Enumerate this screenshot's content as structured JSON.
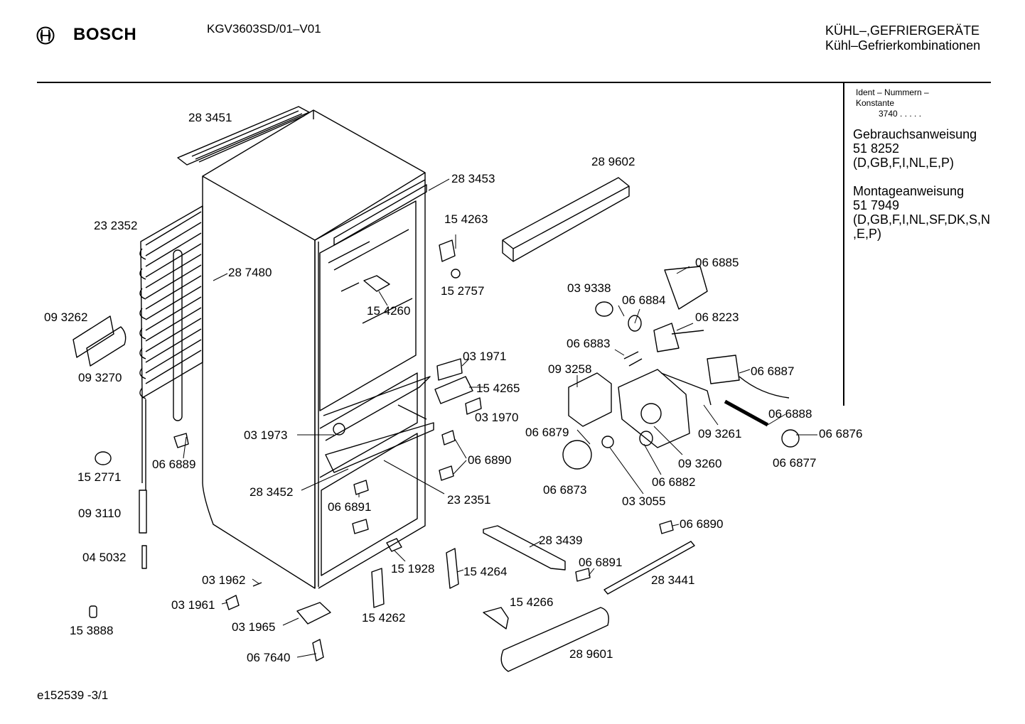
{
  "header": {
    "brand": "BOSCH",
    "model": "KGV3603SD/01–V01",
    "category_line1": "KÜHL–,GEFRIERGERÄTE",
    "category_line2": "Kühl–Gefrierkombinationen"
  },
  "side_panel": {
    "ident_line1": "Ident – Nummern –",
    "ident_line2": "Konstante",
    "ident_value": "3740  .  .   .  .  .",
    "manual_title": "Gebrauchsanweisung",
    "manual_number": "51 8252",
    "manual_langs": "(D,GB,F,I,NL,E,P)",
    "mount_title": "Montageanweisung",
    "mount_number": "51 7949",
    "mount_langs_1": "(D,GB,F,I,NL,SF,DK,S,N",
    "mount_langs_2": ",E,P)"
  },
  "part_labels": [
    "28 3451",
    "28 3453",
    "28 9602",
    "23 2352",
    "28 7480",
    "15 4263",
    "15 2757",
    "15 4260",
    "09 3262",
    "09 3270",
    "06 6885",
    "03 9338",
    "06 6884",
    "06 8223",
    "06 6883",
    "03 1971",
    "09 3258",
    "15 4265",
    "06 6887",
    "03 1970",
    "06 6888",
    "06 6876",
    "03 1973",
    "06 6879",
    "09 3261",
    "06 6889",
    "06 6890",
    "09 3260",
    "06 6877",
    "15 2771",
    "06 6882",
    "28 3452",
    "06 6873",
    "23 2351",
    "09 3110",
    "06 6891",
    "03 3055",
    "06 6890",
    "28 3439",
    "04 5032",
    "06 6891",
    "15 1928",
    "15 4264",
    "03 1962",
    "28 3441",
    "03 1961",
    "15 4266",
    "03 1965",
    "15 4262",
    "15 3888",
    "28 9601",
    "06 7640"
  ],
  "footer": {
    "code": "e152539   -3/1"
  }
}
